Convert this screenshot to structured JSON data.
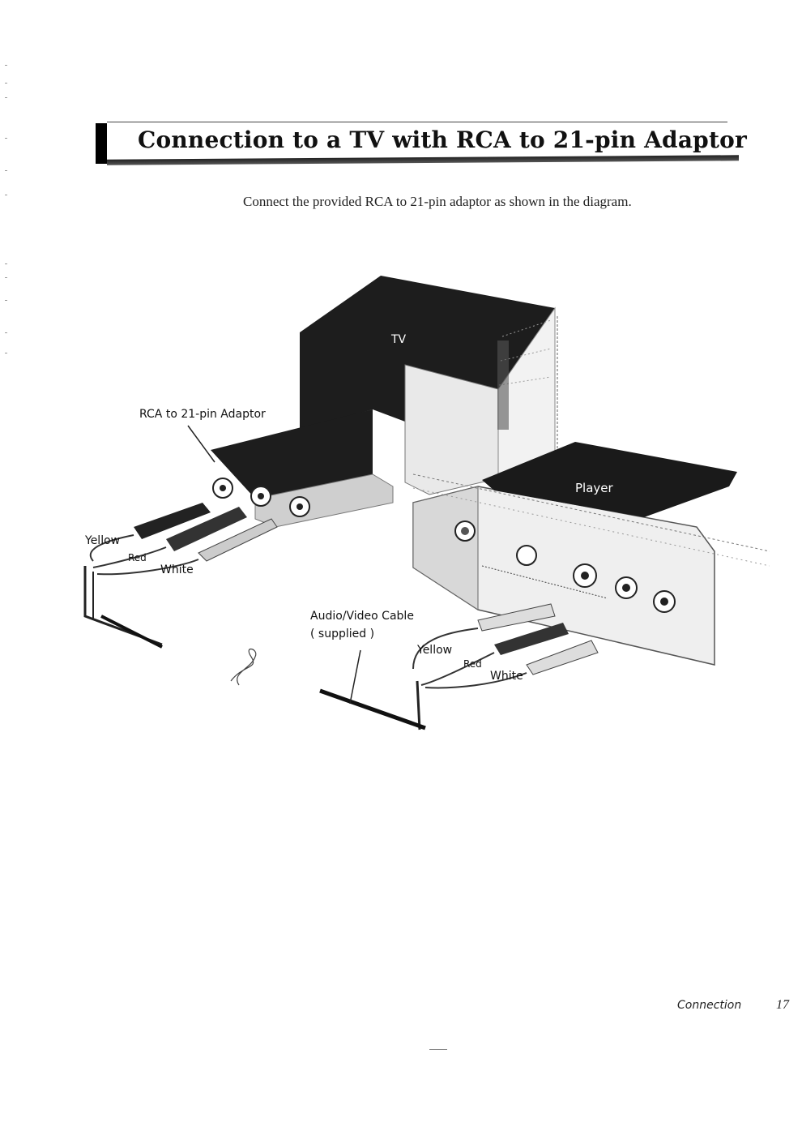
{
  "page": {
    "heading": "Connection to a TV with RCA to 21-pin Adaptor",
    "intro": "Connect the provided RCA to 21-pin adaptor as shown in the diagram."
  },
  "diagram": {
    "labels": {
      "tv": "TV",
      "adaptor": "RCA to 21-pin Adaptor",
      "yellow_left": "Yellow",
      "red_left": "Red",
      "white_left": "White",
      "player": "Player",
      "av_cable": "Audio/Video Cable",
      "supplied": "( supplied )",
      "yellow_right": "Yellow",
      "red_right": "Red",
      "white_right": "White"
    }
  },
  "footer": {
    "section": "Connection",
    "page_number": "17"
  }
}
